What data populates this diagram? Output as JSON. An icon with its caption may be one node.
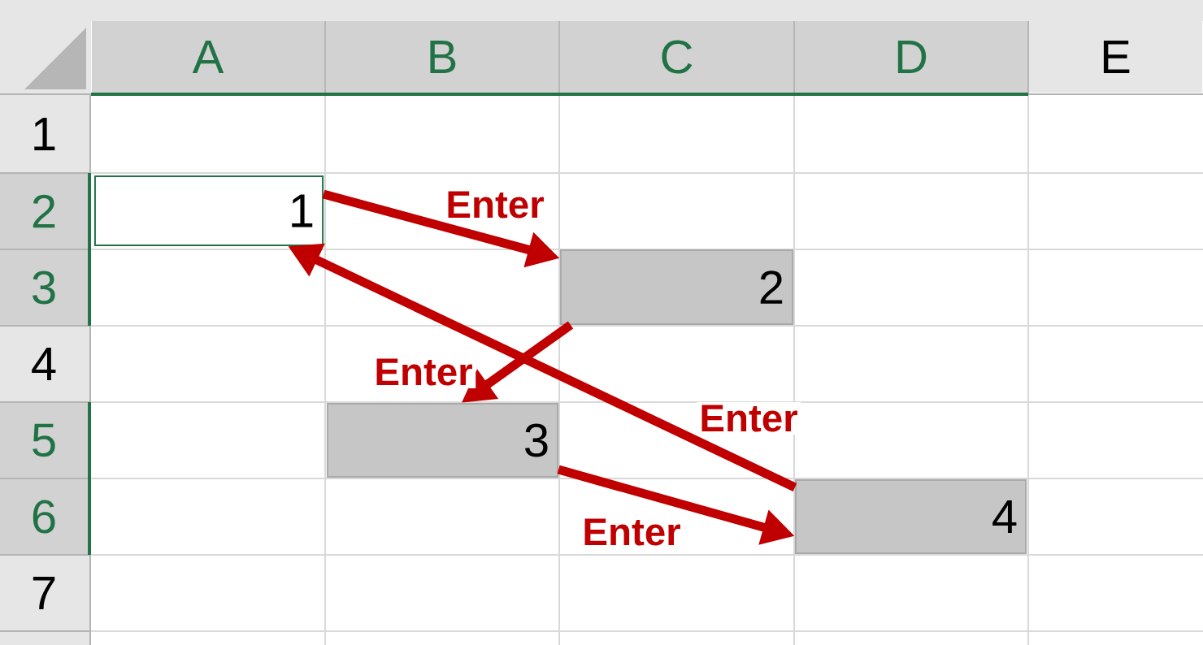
{
  "diagram": {
    "nodes": [
      {
        "text": [
          "1"
        ]
      },
      {
        "text": [
          "2"
        ]
      },
      {
        "text": [
          "3"
        ]
      },
      {
        "text": [
          "4"
        ]
      }
    ],
    "edges": [
      {
        "from": 0,
        "to": 1,
        "arrow": "to",
        "label": "Enter"
      },
      {
        "from": 1,
        "to": 2,
        "arrow": "to",
        "label": "Enter"
      },
      {
        "from": 2,
        "to": 3,
        "arrow": "to",
        "label": "Enter"
      },
      {
        "from": 3,
        "to": 0,
        "arrow": "to",
        "label": "Enter"
      }
    ],
    "labels": [
      "A",
      "B",
      "C",
      "D",
      "E",
      "1",
      "2",
      "3",
      "4",
      "5",
      "6",
      "7"
    ]
  }
}
